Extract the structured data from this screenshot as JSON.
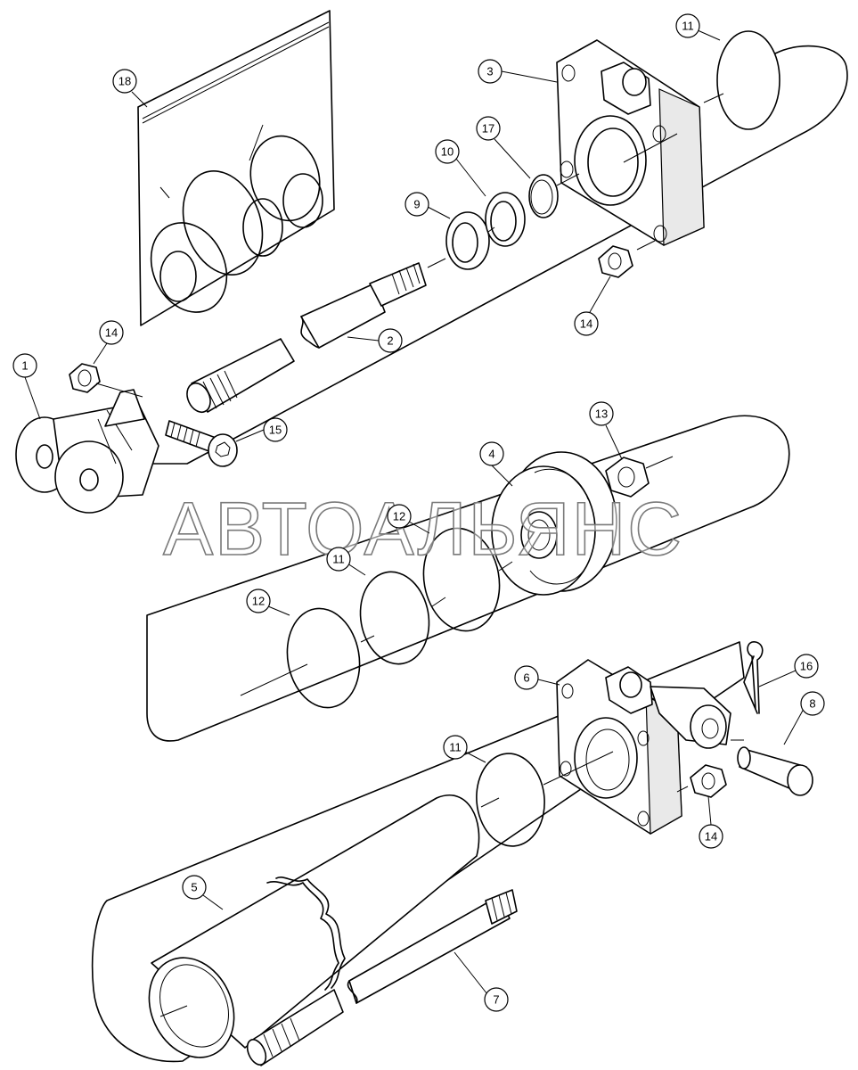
{
  "watermark": "АВТОАЛЬЯНС",
  "callouts": [
    {
      "id": "c1",
      "label": "1"
    },
    {
      "id": "c2",
      "label": "2"
    },
    {
      "id": "c3",
      "label": "3"
    },
    {
      "id": "c4",
      "label": "4"
    },
    {
      "id": "c5",
      "label": "5"
    },
    {
      "id": "c6",
      "label": "6"
    },
    {
      "id": "c7",
      "label": "7"
    },
    {
      "id": "c8",
      "label": "8"
    },
    {
      "id": "c9",
      "label": "9"
    },
    {
      "id": "c10",
      "label": "10"
    },
    {
      "id": "c11a",
      "label": "11"
    },
    {
      "id": "c11b",
      "label": "11"
    },
    {
      "id": "c11c",
      "label": "11"
    },
    {
      "id": "c12a",
      "label": "12"
    },
    {
      "id": "c12b",
      "label": "12"
    },
    {
      "id": "c13",
      "label": "13"
    },
    {
      "id": "c14a",
      "label": "14"
    },
    {
      "id": "c14b",
      "label": "14"
    },
    {
      "id": "c14c",
      "label": "14"
    },
    {
      "id": "c15",
      "label": "15"
    },
    {
      "id": "c16",
      "label": "16"
    },
    {
      "id": "c17",
      "label": "17"
    },
    {
      "id": "c18",
      "label": "18"
    }
  ]
}
